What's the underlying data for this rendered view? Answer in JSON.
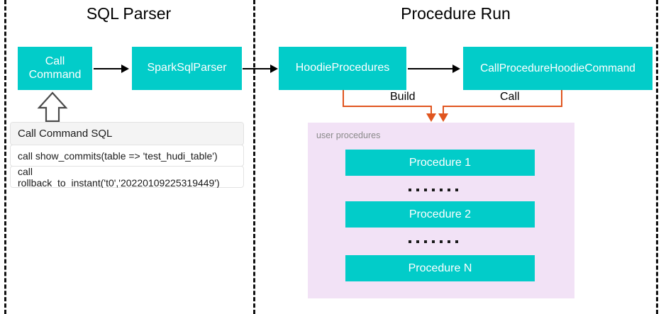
{
  "sections": [
    {
      "title": "SQL Parser"
    },
    {
      "title": "Procedure Run"
    }
  ],
  "parser_flow": {
    "call_command": "Call\nCommand",
    "call_command_line1": "Call",
    "call_command_line2": "Command",
    "spark_sql_parser": "SparkSqlParser"
  },
  "procedure_flow": {
    "hoodie_procedures": "HoodieProcedures",
    "call_procedure_hoodie_command": "CallProcedureHoodieCommand",
    "build_label": "Build",
    "call_label": "Call"
  },
  "sql_table": {
    "header": "Call Command SQL",
    "rows": [
      "call show_commits(table => 'test_hudi_table')",
      "call rollback_to_instant('t0','20220109225319449')"
    ]
  },
  "user_procedures": {
    "label": "user procedures",
    "items": [
      "Procedure 1",
      "Procedure 2",
      "Procedure N"
    ],
    "ellipsis_dot_count": 7
  },
  "colors": {
    "teal": "#02CCC9",
    "orange": "#E0551F",
    "panel_purple": "#F2E2F6",
    "divider": "#111111",
    "header_gray": "#f4f4f4",
    "label_gray": "#8a8a8a"
  }
}
